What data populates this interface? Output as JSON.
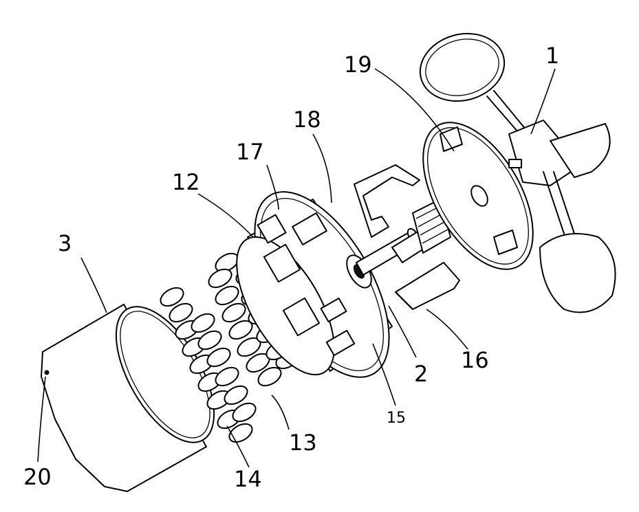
{
  "labels": {
    "l1": "1",
    "l2": "2",
    "l3": "3",
    "l12": "12",
    "l13": "13",
    "l14": "14",
    "l15": "15",
    "l16": "16",
    "l17": "17",
    "l18": "18",
    "l19": "19",
    "l20": "20"
  }
}
